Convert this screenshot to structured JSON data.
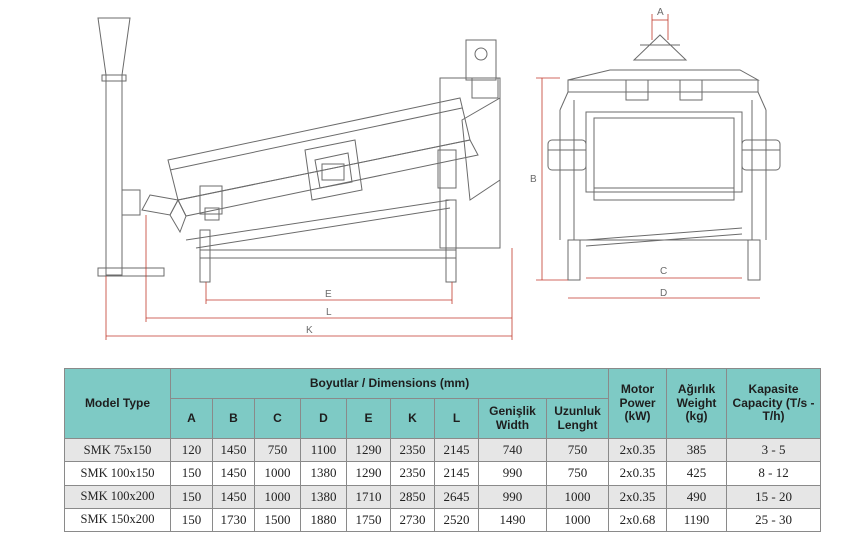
{
  "drawing": {
    "labels": {
      "A": "A",
      "B": "B",
      "C": "C",
      "D": "D",
      "E": "E",
      "K": "K",
      "L": "L"
    },
    "line_color": "#6b6b6b",
    "dim_color": "#c0392b"
  },
  "table": {
    "header_bg": "#7ecac5",
    "model": "Model Type",
    "dims_group": "Boyutlar / Dimensions (mm)",
    "motor": "Motor Power (kW)",
    "weight": "Ağırlık Weight (kg)",
    "capacity": "Kapasite Capacity (T/s - T/h)",
    "cols": [
      "A",
      "B",
      "C",
      "D",
      "E",
      "K",
      "L",
      "Genişlik Width",
      "Uzunluk Lenght"
    ],
    "rows": [
      {
        "model": "SMK 75x150",
        "A": "120",
        "B": "1450",
        "C": "750",
        "D": "1100",
        "E": "1290",
        "K": "2350",
        "L": "2145",
        "width": "740",
        "length": "750",
        "motor": "2x0.35",
        "weight": "385",
        "capacity": "3 - 5"
      },
      {
        "model": "SMK 100x150",
        "A": "150",
        "B": "1450",
        "C": "1000",
        "D": "1380",
        "E": "1290",
        "K": "2350",
        "L": "2145",
        "width": "990",
        "length": "750",
        "motor": "2x0.35",
        "weight": "425",
        "capacity": "8 - 12"
      },
      {
        "model": "SMK 100x200",
        "A": "150",
        "B": "1450",
        "C": "1000",
        "D": "1380",
        "E": "1710",
        "K": "2850",
        "L": "2645",
        "width": "990",
        "length": "1000",
        "motor": "2x0.35",
        "weight": "490",
        "capacity": "15 - 20"
      },
      {
        "model": "SMK 150x200",
        "A": "150",
        "B": "1730",
        "C": "1500",
        "D": "1880",
        "E": "1750",
        "K": "2730",
        "L": "2520",
        "width": "1490",
        "length": "1000",
        "motor": "2x0.68",
        "weight": "1190",
        "capacity": "25 - 30"
      }
    ]
  }
}
